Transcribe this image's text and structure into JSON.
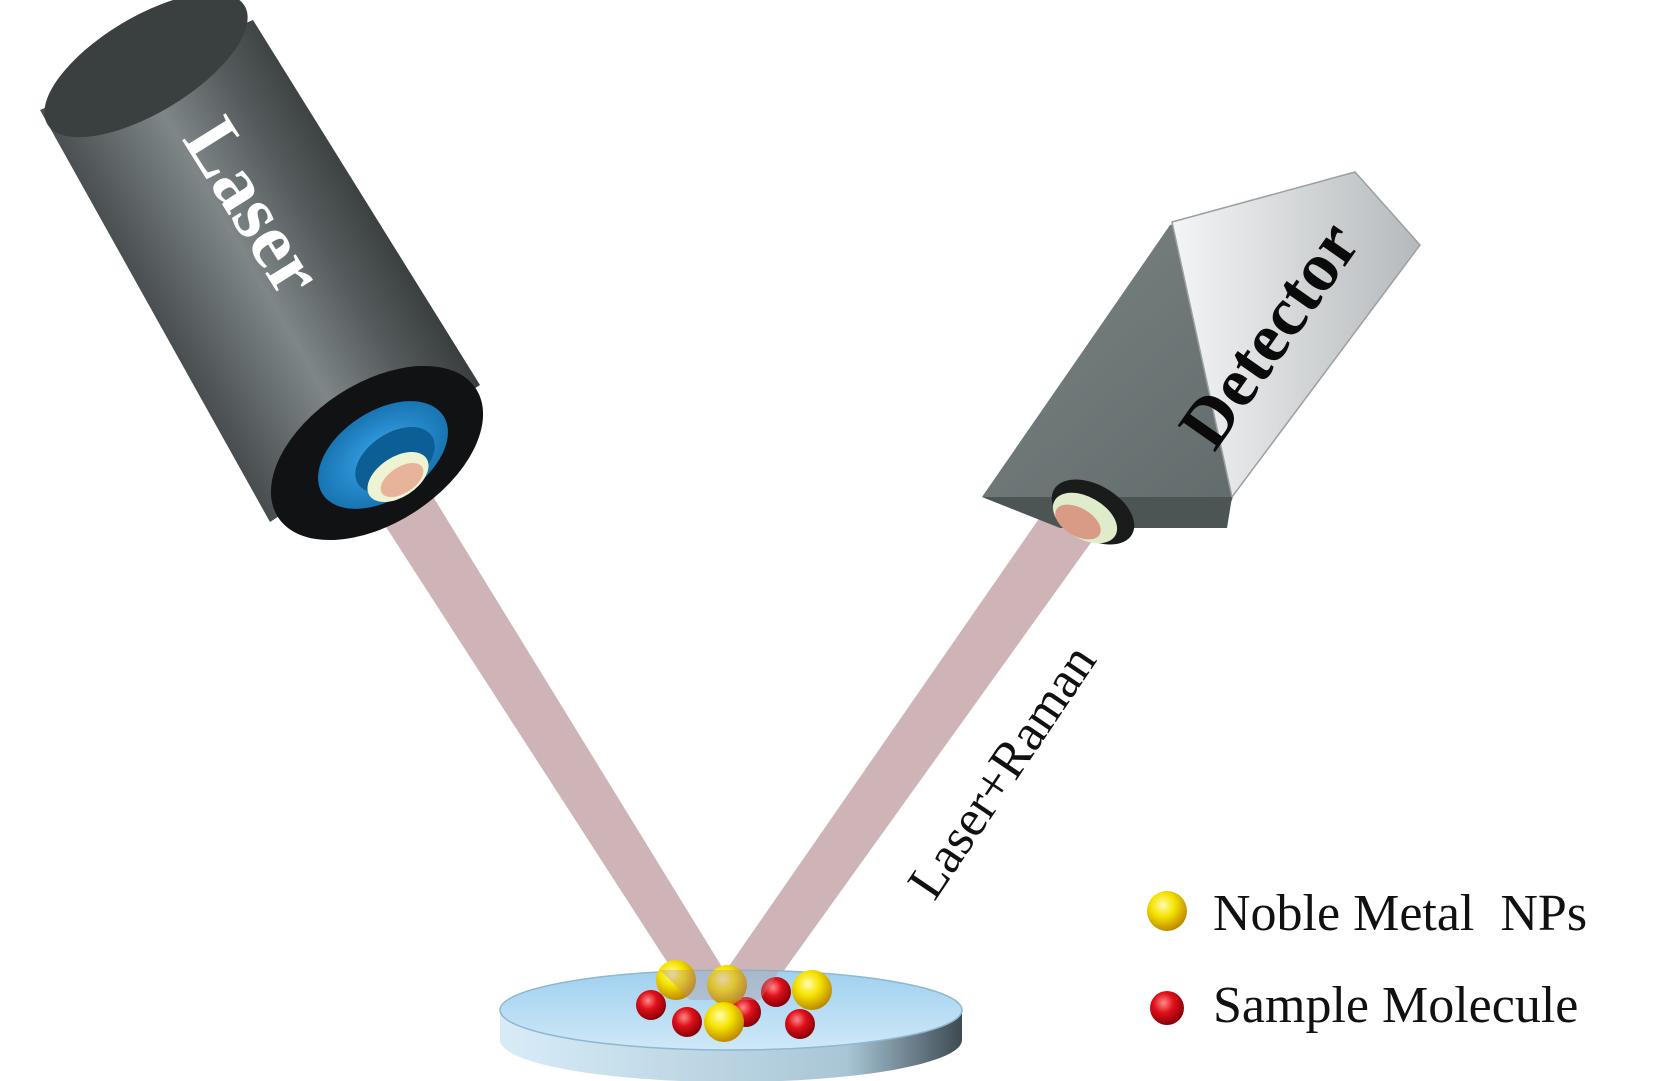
{
  "labels": {
    "laser": "Laser",
    "detector": "Detector",
    "beam_return": "Laser+Raman"
  },
  "legend": {
    "items": [
      {
        "name": "Noble Metal  NPs",
        "icon": "yellow-sphere-icon",
        "color": "#f2e100"
      },
      {
        "name": "Sample Molecule",
        "icon": "red-sphere-icon",
        "color": "#e0101a"
      }
    ]
  },
  "colors": {
    "laser_body": "#4e5354",
    "laser_aperture": "#1f8fd6",
    "detector_body": "#6f7878",
    "beam": "#b48c91",
    "dish": "#b9dcf2",
    "nanoparticle": "#f2e100",
    "molecule": "#e0101a"
  }
}
